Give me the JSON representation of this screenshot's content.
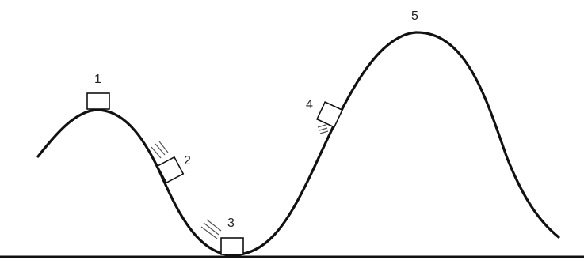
{
  "diagram": {
    "labels": {
      "p1": "1",
      "p2": "2",
      "p3": "3",
      "p4": "4",
      "p5": "5"
    },
    "colors": {
      "stroke": "#111111",
      "box_fill": "#ffffff",
      "background": "#ffffff"
    }
  }
}
